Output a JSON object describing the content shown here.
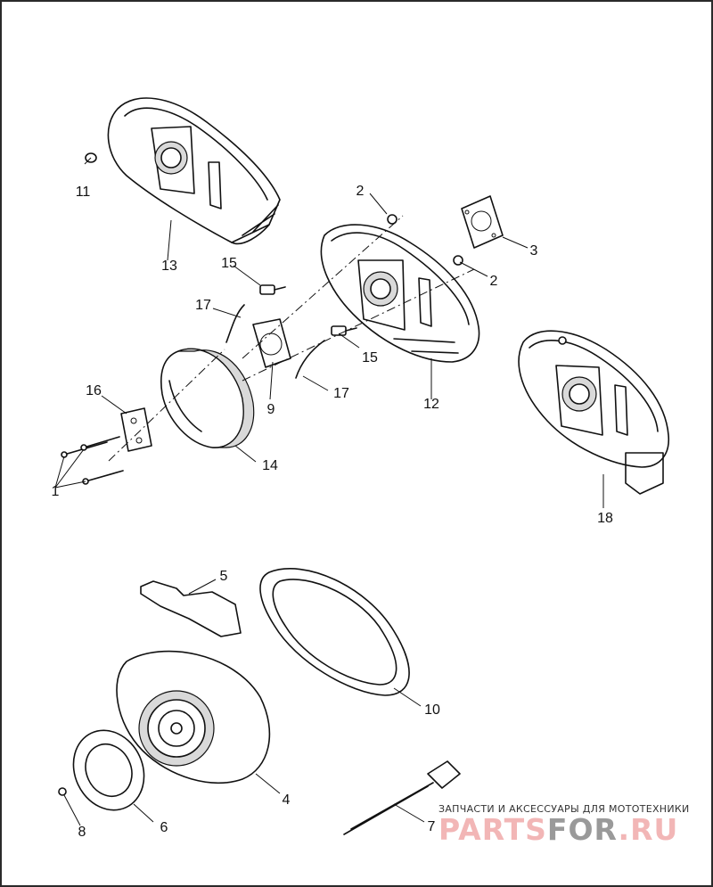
{
  "callouts": {
    "c1": "1",
    "c2a": "2",
    "c2b": "2",
    "c3": "3",
    "c4": "4",
    "c5": "5",
    "c6": "6",
    "c7": "7",
    "c8": "8",
    "c9": "9",
    "c10": "10",
    "c11": "11",
    "c12": "12",
    "c13": "13",
    "c14": "14",
    "c15a": "15",
    "c15b": "15",
    "c16": "16",
    "c17a": "17",
    "c17b": "17",
    "c18": "18"
  },
  "watermark": {
    "tagline": "ЗАПЧАСТИ И АКСЕССУАРЫ ДЛЯ МОТОТЕХНИКИ",
    "part1": "PARTS",
    "part2": "FOR",
    "part3": ".RU"
  }
}
